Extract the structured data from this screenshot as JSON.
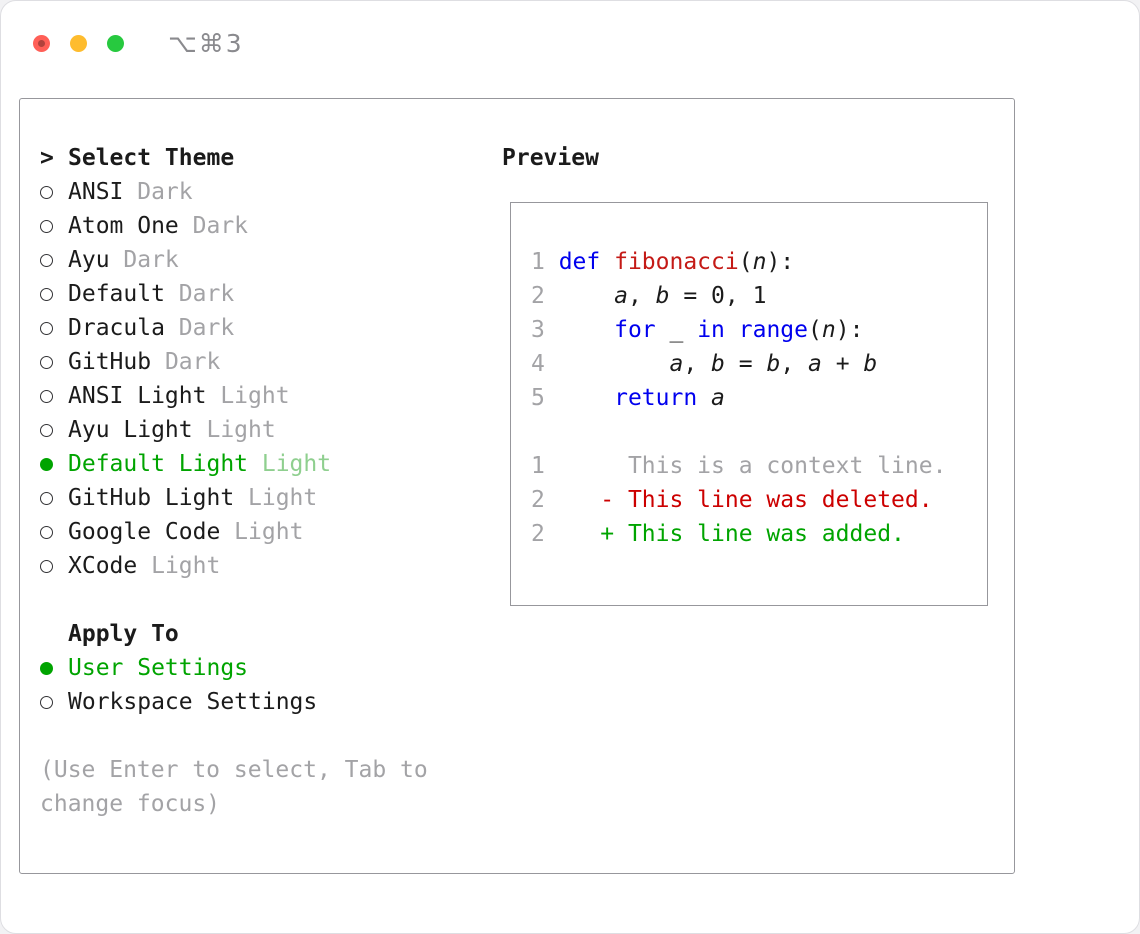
{
  "window": {
    "shortcut_label": "⌥⌘3"
  },
  "panel": {
    "theme_section": {
      "cursor": ">",
      "title": "Select Theme",
      "items": [
        {
          "name": "ANSI",
          "variant": "Dark",
          "selected": false
        },
        {
          "name": "Atom One",
          "variant": "Dark",
          "selected": false
        },
        {
          "name": "Ayu",
          "variant": "Dark",
          "selected": false
        },
        {
          "name": "Default",
          "variant": "Dark",
          "selected": false
        },
        {
          "name": "Dracula",
          "variant": "Dark",
          "selected": false
        },
        {
          "name": "GitHub",
          "variant": "Dark",
          "selected": false
        },
        {
          "name": "ANSI Light",
          "variant": "Light",
          "selected": false
        },
        {
          "name": "Ayu Light",
          "variant": "Light",
          "selected": false
        },
        {
          "name": "Default Light",
          "variant": "Light",
          "selected": true
        },
        {
          "name": "GitHub Light",
          "variant": "Light",
          "selected": false
        },
        {
          "name": "Google Code",
          "variant": "Light",
          "selected": false
        },
        {
          "name": "XCode",
          "variant": "Light",
          "selected": false
        }
      ]
    },
    "apply_section": {
      "title": "Apply To",
      "options": [
        {
          "label": "User Settings",
          "selected": true
        },
        {
          "label": "Workspace Settings",
          "selected": false
        }
      ]
    },
    "help_text": "(Use Enter to select, Tab to change focus)",
    "preview": {
      "title": "Preview",
      "code_lines": [
        {
          "num": "1",
          "tokens": [
            {
              "t": "def ",
              "c": "kw"
            },
            {
              "t": "fibonacci",
              "c": "fn"
            },
            {
              "t": "(",
              "c": "pl"
            },
            {
              "t": "n",
              "c": "var"
            },
            {
              "t": "):",
              "c": "pl"
            }
          ]
        },
        {
          "num": "2",
          "tokens": [
            {
              "t": "    ",
              "c": "pl"
            },
            {
              "t": "a",
              "c": "var"
            },
            {
              "t": ", ",
              "c": "pl"
            },
            {
              "t": "b",
              "c": "var"
            },
            {
              "t": " = 0, 1",
              "c": "pl"
            }
          ]
        },
        {
          "num": "3",
          "tokens": [
            {
              "t": "    ",
              "c": "pl"
            },
            {
              "t": "for",
              "c": "kw"
            },
            {
              "t": " _ ",
              "c": "pl"
            },
            {
              "t": "in",
              "c": "kw"
            },
            {
              "t": " ",
              "c": "pl"
            },
            {
              "t": "range",
              "c": "kw"
            },
            {
              "t": "(",
              "c": "pl"
            },
            {
              "t": "n",
              "c": "var"
            },
            {
              "t": "):",
              "c": "pl"
            }
          ]
        },
        {
          "num": "4",
          "tokens": [
            {
              "t": "        ",
              "c": "pl"
            },
            {
              "t": "a",
              "c": "var"
            },
            {
              "t": ", ",
              "c": "pl"
            },
            {
              "t": "b",
              "c": "var"
            },
            {
              "t": " = ",
              "c": "pl"
            },
            {
              "t": "b",
              "c": "var"
            },
            {
              "t": ", ",
              "c": "pl"
            },
            {
              "t": "a",
              "c": "var"
            },
            {
              "t": " + ",
              "c": "pl"
            },
            {
              "t": "b",
              "c": "var"
            }
          ]
        },
        {
          "num": "5",
          "tokens": [
            {
              "t": "    ",
              "c": "pl"
            },
            {
              "t": "return",
              "c": "kw"
            },
            {
              "t": " ",
              "c": "pl"
            },
            {
              "t": "a",
              "c": "var"
            }
          ]
        }
      ],
      "diff_lines": [
        {
          "num": "1",
          "sign": " ",
          "text": "This is a context line.",
          "type": "context"
        },
        {
          "num": "2",
          "sign": "-",
          "text": "This line was deleted.",
          "type": "deleted"
        },
        {
          "num": "2",
          "sign": "+",
          "text": "This line was added.",
          "type": "added"
        }
      ]
    }
  },
  "colors": {
    "accent_green": "#00a400",
    "selected_variant_green": "#8fcf8f",
    "keyword_blue": "#0000ee",
    "function_red": "#c41a16",
    "deleted_red": "#cc0000",
    "muted_gray": "#a3a3a6",
    "text_black": "#1b1b1b",
    "border_gray": "#97979c",
    "traffic_red": "#ff5f57",
    "traffic_yellow": "#febc2e",
    "traffic_green": "#27c93f"
  }
}
